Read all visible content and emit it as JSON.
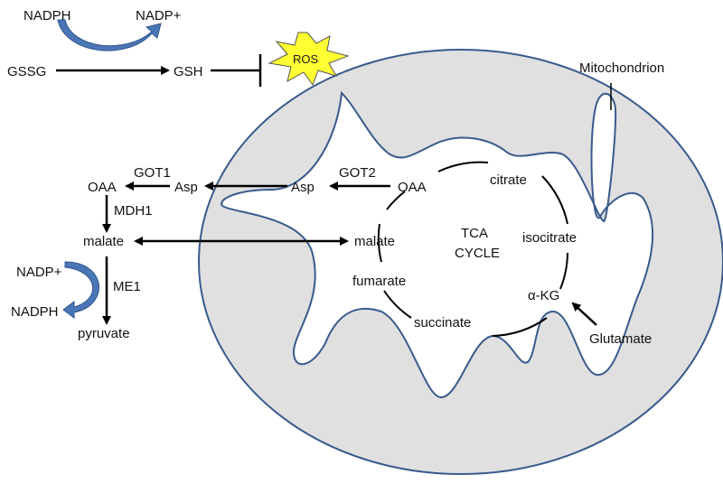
{
  "labels": {
    "nadph_top": "NADPH",
    "nadp_top": "NADP+",
    "gssg": "GSSG",
    "gsh": "GSH",
    "ros": "ROS",
    "mitochondrion": "Mitochondrion",
    "got1": "GOT1",
    "oaa_cyto": "OAA",
    "asp_cyto": "Asp",
    "mdh1": "MDH1",
    "malate_cyto": "malate",
    "nadp_left": "NADP+",
    "nadph_left": "NADPH",
    "me1": "ME1",
    "pyruvate": "pyruvate",
    "got2": "GOT2",
    "asp_mito": "Asp",
    "oaa_mito": "OAA",
    "citrate": "citrate",
    "tca_line1": "TCA",
    "tca_line2": "CYCLE",
    "malate_mito": "malate",
    "isocitrate": "isocitrate",
    "fumarate": "fumarate",
    "akg": "α-KG",
    "succinate": "succinate",
    "glutamate": "Glutamate"
  },
  "colors": {
    "membrane": "#3a5a8c",
    "matrix_fill": "#e0e0e0",
    "ros_fill": "#ffff33",
    "curved_arrow": "#4a76b5"
  }
}
